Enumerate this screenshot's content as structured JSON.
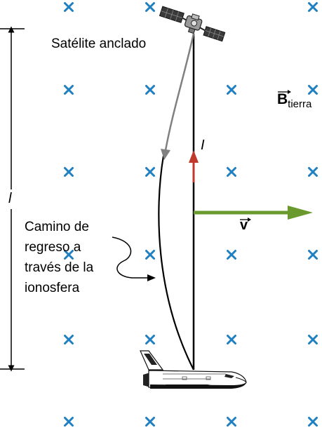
{
  "labels": {
    "satellite": "Satélite anclado",
    "return_path_lines": [
      "Camino de",
      "regreso a",
      "través de la",
      "ionosfera"
    ],
    "current_symbol": "I",
    "length_symbol": "l",
    "velocity_symbol": "v",
    "field_symbol": "B",
    "field_subscript": "tierra"
  },
  "field_markers": {
    "symbol": "×",
    "meaning": "into-page"
  },
  "colors": {
    "cross": "#1e7fc1",
    "current_arrow": "#c0392b",
    "velocity_arrow": "#6a9a2e",
    "return_path_arrow": "#808080",
    "lines": "#000000"
  },
  "icons": [
    "satellite-icon",
    "space-shuttle-icon"
  ]
}
